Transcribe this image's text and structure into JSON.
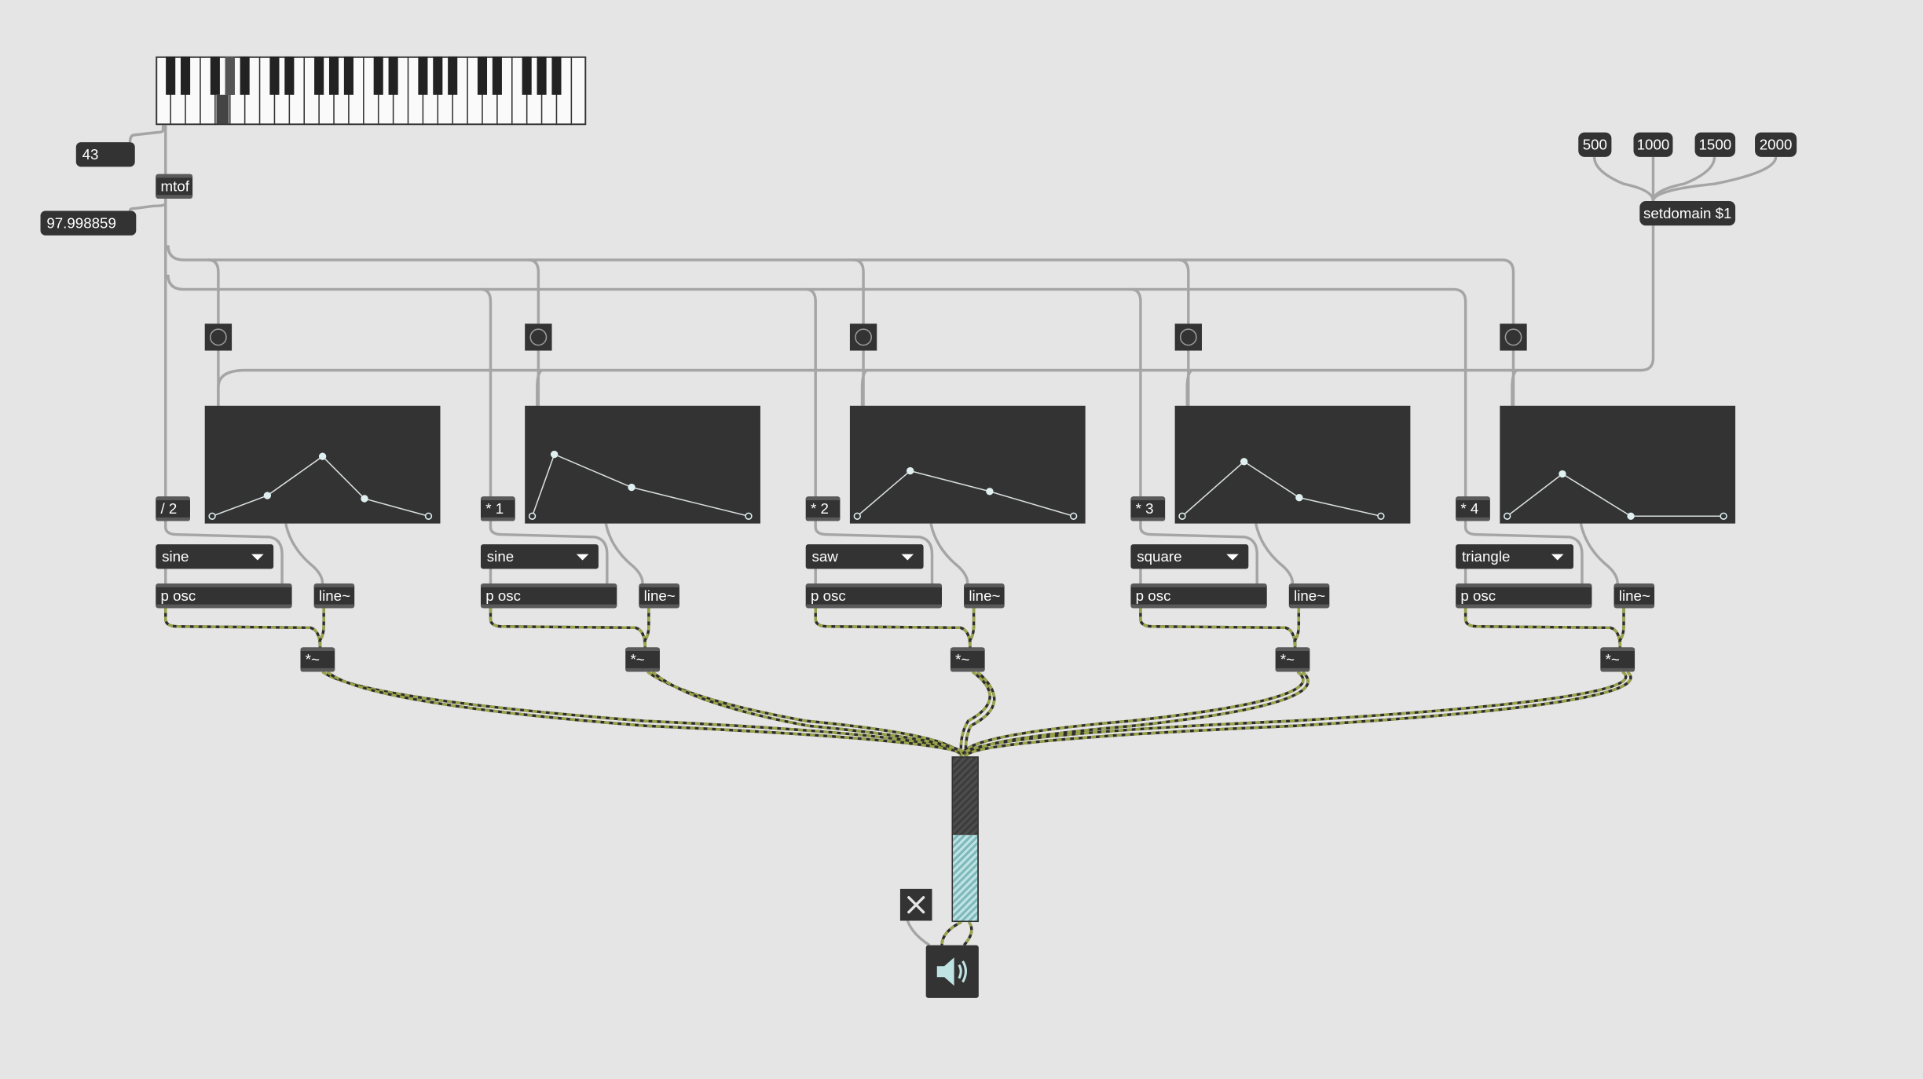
{
  "patch": {
    "midi_note": "43",
    "frequency": "97.998859",
    "mtof_label": "mtof",
    "setdomain_label": "setdomain $1",
    "domain_messages": [
      "500",
      "1000",
      "1500",
      "2000"
    ],
    "voices": [
      {
        "ratio_label": "/ 2",
        "waveform": "sine",
        "osc_label": "p osc",
        "line_label": "line~",
        "mult_label": "*~",
        "envelope": [
          [
            0,
            0
          ],
          [
            0.25,
            0.2
          ],
          [
            0.5,
            0.58
          ],
          [
            0.69,
            0.17
          ],
          [
            0.98,
            0
          ]
        ]
      },
      {
        "ratio_label": "* 1",
        "waveform": "sine",
        "osc_label": "p osc",
        "line_label": "line~",
        "mult_label": "*~",
        "envelope": [
          [
            0,
            0
          ],
          [
            0.1,
            0.6
          ],
          [
            0.45,
            0.28
          ],
          [
            0.98,
            0
          ]
        ]
      },
      {
        "ratio_label": "* 2",
        "waveform": "saw",
        "osc_label": "p osc",
        "line_label": "line~",
        "mult_label": "*~",
        "envelope": [
          [
            0,
            0
          ],
          [
            0.24,
            0.44
          ],
          [
            0.6,
            0.24
          ],
          [
            0.98,
            0
          ]
        ]
      },
      {
        "ratio_label": "* 3",
        "waveform": "square",
        "osc_label": "p osc",
        "line_label": "line~",
        "mult_label": "*~",
        "envelope": [
          [
            0,
            0
          ],
          [
            0.28,
            0.53
          ],
          [
            0.53,
            0.18
          ],
          [
            0.9,
            0
          ]
        ]
      },
      {
        "ratio_label": "* 4",
        "waveform": "triangle",
        "osc_label": "p osc",
        "line_label": "line~",
        "mult_label": "*~",
        "envelope": [
          [
            0,
            0
          ],
          [
            0.25,
            0.41
          ],
          [
            0.56,
            0
          ],
          [
            0.98,
            0
          ]
        ]
      }
    ],
    "output": {
      "gain_level": 0.53,
      "toggle_state": "on"
    },
    "keyboard": {
      "active_key": "G2"
    },
    "colors": {
      "background": "#e5e5e5",
      "object": "#333333",
      "wire": "#a5a5a5",
      "signal_wire": "#9aa34a",
      "accent": "#bfe3e3"
    }
  }
}
